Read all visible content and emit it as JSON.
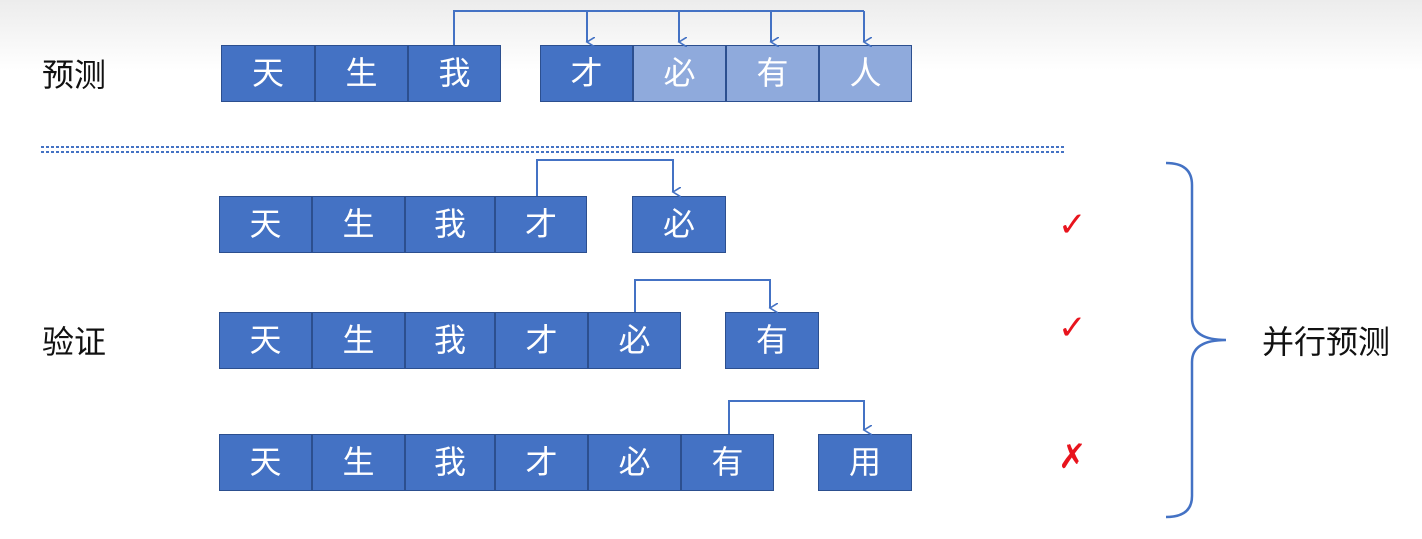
{
  "labels": {
    "predict": "预测",
    "verify": "验证",
    "parallel": "并行预测"
  },
  "predict_row": {
    "context": [
      "天",
      "生",
      "我"
    ],
    "drafts": [
      {
        "char": "才",
        "shade": "dark"
      },
      {
        "char": "必",
        "shade": "light"
      },
      {
        "char": "有",
        "shade": "light"
      },
      {
        "char": "人",
        "shade": "light"
      }
    ]
  },
  "verify_rows": [
    {
      "context": [
        "天",
        "生",
        "我",
        "才"
      ],
      "output": "必",
      "result": "correct",
      "mark": "✓"
    },
    {
      "context": [
        "天",
        "生",
        "我",
        "才",
        "必"
      ],
      "output": "有",
      "result": "correct",
      "mark": "✓"
    },
    {
      "context": [
        "天",
        "生",
        "我",
        "才",
        "必",
        "有"
      ],
      "output": "用",
      "result": "wrong",
      "mark": "✗"
    }
  ],
  "colors": {
    "cell": "#4472c4",
    "cell_light": "#8faadc",
    "cell_border": "#2c4f8f",
    "arrow": "#4472c4",
    "dotted_line": "#4472c4",
    "mark": "#e8141d",
    "brace": "#4472c4"
  }
}
